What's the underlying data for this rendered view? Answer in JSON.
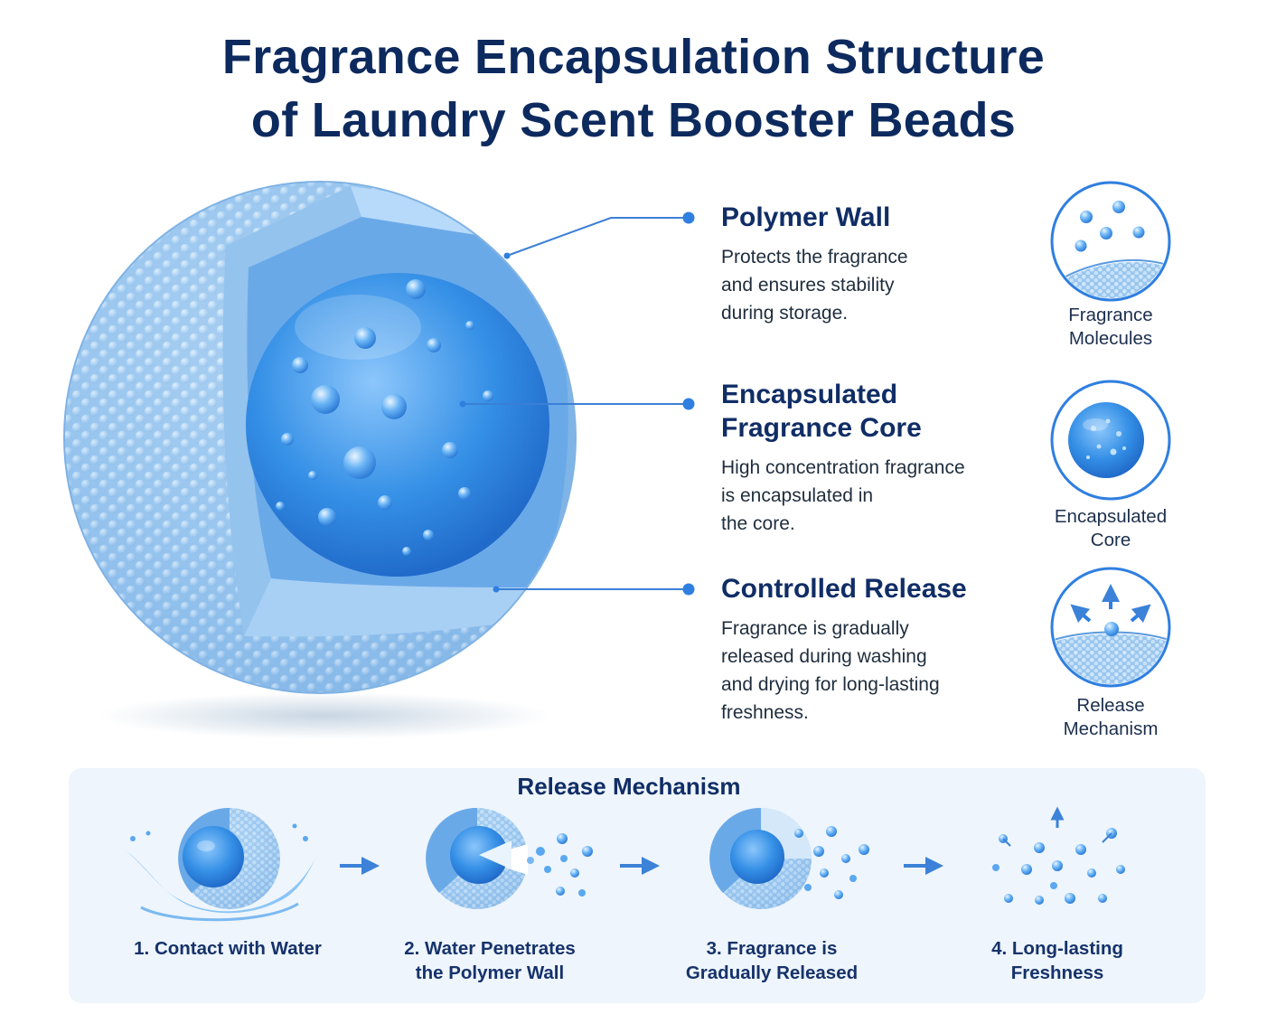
{
  "title": {
    "line1": "Fragrance Encapsulation Structure",
    "line2": "of Laundry Scent Booster Beads"
  },
  "features": [
    {
      "title_lines": [
        "Polymer Wall"
      ],
      "desc_lines": [
        "Protects the fragrance",
        "and ensures stability",
        "during storage."
      ]
    },
    {
      "title_lines": [
        "Encapsulated",
        "Fragrance Core"
      ],
      "desc_lines": [
        "High concentration fragrance",
        "is encapsulated in",
        "the core."
      ]
    },
    {
      "title_lines": [
        "Controlled Release"
      ],
      "desc_lines": [
        "Fragrance is gradually",
        "released during washing",
        "and drying for long-lasting",
        "freshness."
      ]
    }
  ],
  "side_icons": [
    {
      "icon": "fragrance-molecules-icon",
      "label_lines": [
        "Fragrance",
        "Molecules"
      ]
    },
    {
      "icon": "encapsulated-core-icon",
      "label_lines": [
        "Encapsulated",
        "Core"
      ]
    },
    {
      "icon": "release-mechanism-icon",
      "label_lines": [
        "Release",
        "Mechanism"
      ]
    }
  ],
  "release_panel": {
    "title": "Release Mechanism",
    "steps": [
      {
        "icon": "bead-water-splash-icon",
        "label_lines": [
          "1. Contact with Water"
        ]
      },
      {
        "icon": "bead-water-penetration-icon",
        "label_lines": [
          "2. Water Penetrates",
          "the Polymer Wall"
        ]
      },
      {
        "icon": "bead-fragrance-release-icon",
        "label_lines": [
          "3. Fragrance is",
          "Gradually Released"
        ]
      },
      {
        "icon": "freshness-particles-icon",
        "label_lines": [
          "4. Long-lasting",
          "Freshness"
        ]
      }
    ]
  },
  "colors": {
    "title": "#0d2a5e",
    "bead_shell": "#9cc8ef",
    "bead_wall": "#8ec0ee",
    "core": "#2f86e0",
    "accent": "#2f7fe0",
    "panel_bg": "#eef5fc"
  }
}
